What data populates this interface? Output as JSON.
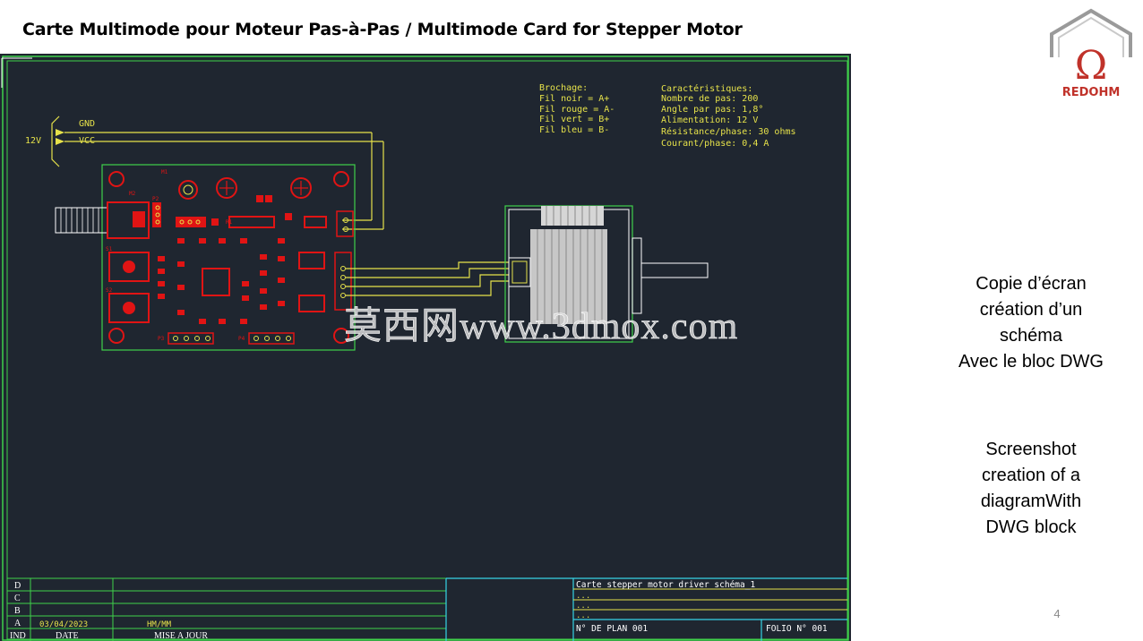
{
  "slide": {
    "title": "Carte Multimode pour Moteur Pas-à-Pas / Multimode Card for Stepper Motor",
    "page_number": "4"
  },
  "logo": {
    "text": "REDOHM",
    "symbol": "Ω"
  },
  "side_text_fr": [
    "Copie d’écran",
    "création d’un",
    "schéma",
    "Avec le bloc DWG"
  ],
  "side_text_en": [
    "Screenshot",
    "creation of a",
    "diagramWith",
    "DWG block"
  ],
  "drawing": {
    "power_label": "12V",
    "gnd_label": "GND",
    "vcc_label": "VCC",
    "pinout": [
      "Brochage:",
      "Fil noir = A+",
      "Fil rouge = A-",
      "Fil vert = B+",
      "Fil bleu = B-"
    ],
    "specs": [
      "Caractéristiques:",
      "Nombre de pas: 200",
      "Angle par pas: 1,8°",
      "Alimentation: 12 V",
      "Résistance/phase: 30 ohms",
      "Courant/phase: 0,4 A"
    ],
    "watermark": "莫西网www.3dmox.com",
    "pcb_labels": {
      "m1": "M1",
      "m2": "M2",
      "p2": "P2",
      "s1": "S1",
      "s2": "S2",
      "p3": "P3",
      "p4": "P4",
      "r1": "R1"
    }
  },
  "title_block": {
    "revision_rows": [
      "D",
      "C",
      "B",
      "A"
    ],
    "rev_a_date": "03/04/2023",
    "rev_a_initials": "HM/MM",
    "col_ind": "IND",
    "col_date": "DATE",
    "col_update": "MISE A JOUR",
    "drawing_title": "Carte stepper motor driver schéma_1",
    "placeholders": [
      "...",
      "...",
      "..."
    ],
    "plan_number": "N° DE PLAN   001",
    "folio": "FOLIO  N° 001"
  },
  "colors": {
    "cad_background": "#1f2630",
    "frame": "#3fd14a",
    "wire": "#e6e24a",
    "pcb": "#e01414",
    "title_block": "#36d3e6",
    "logo_red": "#c0322a",
    "logo_gray": "#9a9a9a"
  }
}
